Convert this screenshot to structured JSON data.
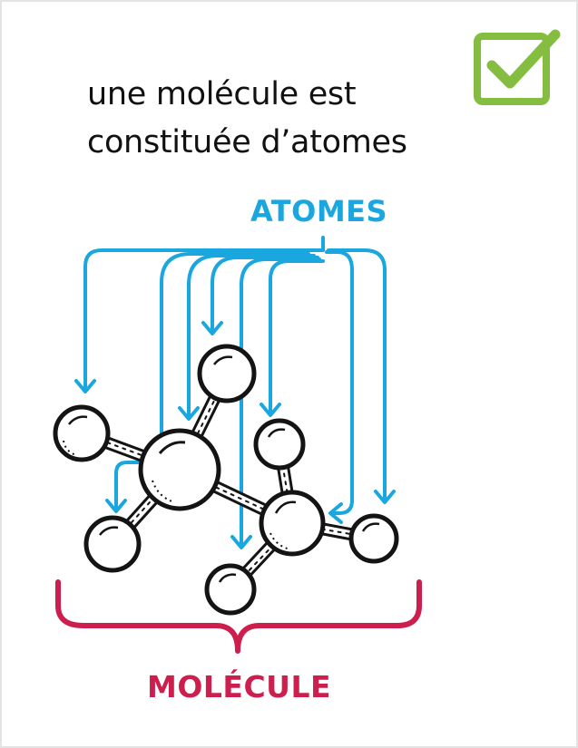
{
  "headline": {
    "line1": "une molécule est",
    "line2": "constituée d’atomes"
  },
  "labels": {
    "atoms": "ATOMES",
    "molecule": "MOLÉCULE"
  },
  "colors": {
    "atoms_label": "#1aa7df",
    "arrows": "#1aa7df",
    "molecule_label": "#cc1f4e",
    "brace": "#cc1f4e",
    "checkmark": "#84bd3f",
    "outline": "#141414"
  },
  "icons": {
    "checkbox": "checked-box-icon"
  }
}
